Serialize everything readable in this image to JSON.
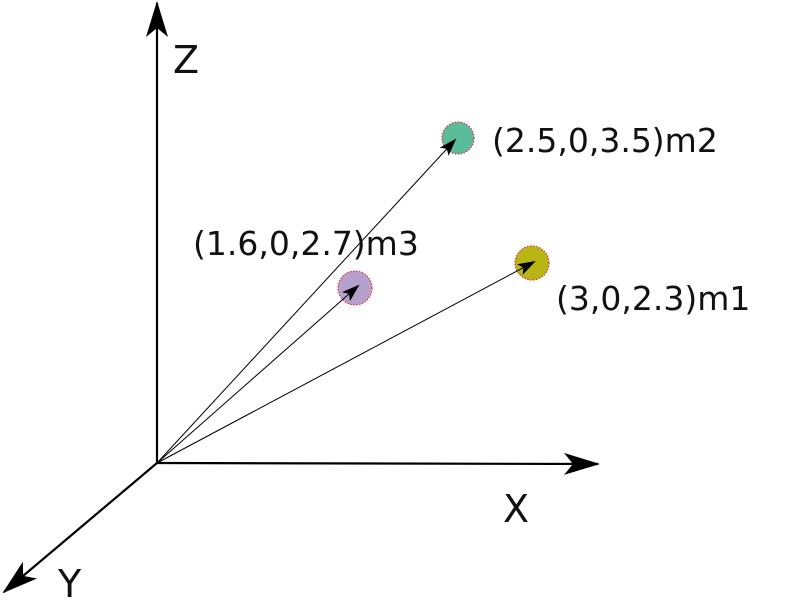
{
  "axes": {
    "x": {
      "label": "X"
    },
    "y": {
      "label": "Y"
    },
    "z": {
      "label": "Z"
    }
  },
  "points": [
    {
      "id": "m1",
      "label": "(3,0,2.3)m1",
      "coords": [
        3,
        0,
        2.3
      ],
      "color": "#b8b614"
    },
    {
      "id": "m2",
      "label": "(2.5,0,3.5)m2",
      "coords": [
        2.5,
        0,
        3.5
      ],
      "color": "#5abc9a"
    },
    {
      "id": "m3",
      "label": "(1.6,0,2.7)m3",
      "coords": [
        1.6,
        0,
        2.7
      ],
      "color": "#b6a0cc"
    }
  ],
  "colors": {
    "axis": "#000000",
    "point_outline": "#e0303a"
  }
}
